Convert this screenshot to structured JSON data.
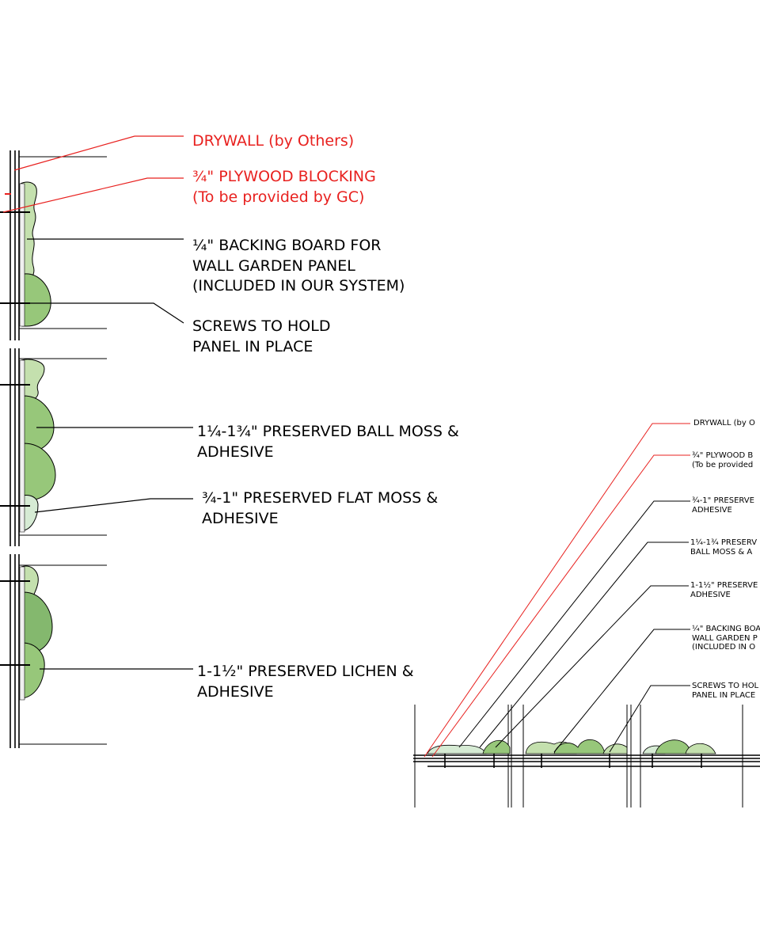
{
  "colors": {
    "red": "#e8211f",
    "ink": "#000000",
    "moss_light": "#c4e0ae",
    "moss_mid": "#97c77a",
    "moss_dark": "#84b86e",
    "moss_flat": "#d6ebd4"
  },
  "left_detail": {
    "labels": [
      {
        "lines": [
          "DRYWALL (by Others)"
        ]
      },
      {
        "lines": [
          "¾\" PLYWOOD BLOCKING",
          "(To be provided by GC)"
        ]
      },
      {
        "lines": [
          "¼\" BACKING BOARD FOR",
          "WALL GARDEN PANEL",
          "(INCLUDED IN OUR SYSTEM)"
        ]
      },
      {
        "lines": [
          "SCREWS TO HOLD",
          "PANEL IN PLACE"
        ]
      },
      {
        "lines": [
          "1¼-1¾\" PRESERVED BALL MOSS &",
          "ADHESIVE"
        ]
      },
      {
        "lines": [
          "¾-1\" PRESERVED FLAT MOSS &",
          "ADHESIVE"
        ]
      },
      {
        "lines": [
          "1-1½\" PRESERVED LICHEN &",
          "ADHESIVE"
        ]
      }
    ]
  },
  "right_detail": {
    "labels": [
      {
        "lines": [
          "DRYWALL (by O"
        ]
      },
      {
        "lines": [
          "¾\" PLYWOOD B",
          "(To be provided"
        ]
      },
      {
        "lines": [
          "¾-1\" PRESERVE",
          "ADHESIVE"
        ]
      },
      {
        "lines": [
          "1¼-1¾ PRESERV",
          "BALL MOSS & A"
        ]
      },
      {
        "lines": [
          "1-1½\" PRESERVE",
          "ADHESIVE"
        ]
      },
      {
        "lines": [
          "¼\" BACKING BOA",
          "WALL GARDEN P",
          "(INCLUDED IN O"
        ]
      },
      {
        "lines": [
          "SCREWS TO HOL",
          "PANEL IN PLACE"
        ]
      }
    ]
  }
}
